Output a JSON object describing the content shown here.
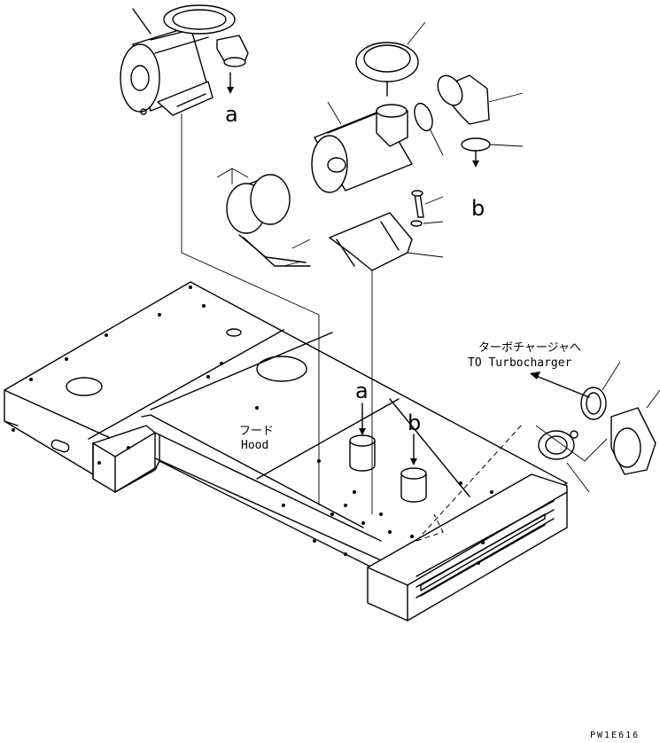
{
  "diagram": {
    "callouts": {
      "a_top": "a",
      "b_top": "b",
      "a_bottom": "a",
      "b_bottom": "b"
    },
    "hood_label": {
      "jp": "フード",
      "en": "Hood"
    },
    "turbo_label": {
      "jp": "ターボチャージャへ",
      "en": "TO Turbocharger"
    },
    "drawing_code": "PW1E616"
  }
}
